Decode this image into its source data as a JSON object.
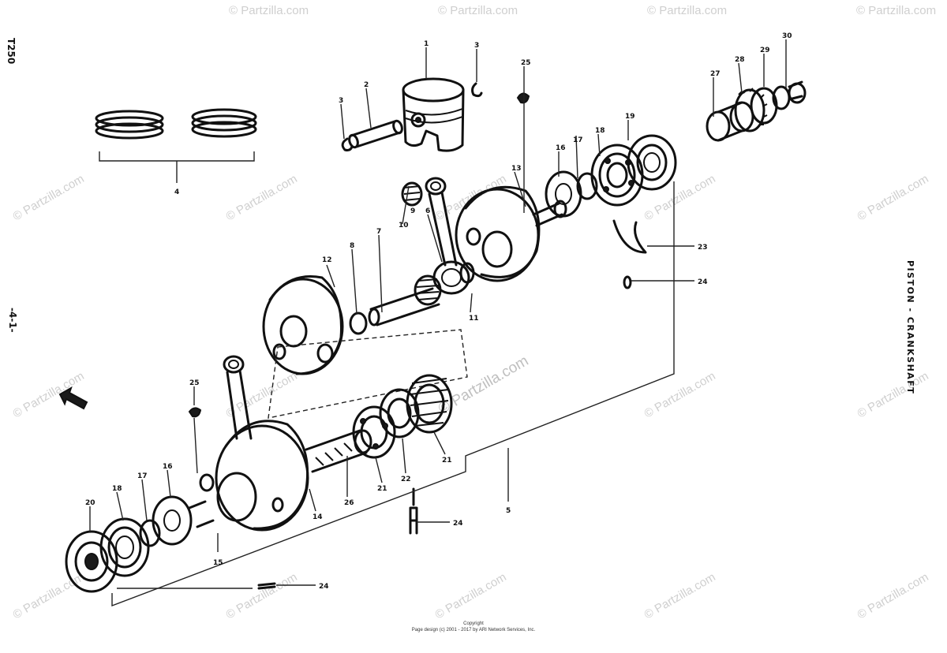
{
  "page": {
    "corner_code": "T250",
    "page_marker": "-4-1-",
    "side_title": "PISTON - CRANKSHAFT"
  },
  "watermark": "© Partzilla.com",
  "footer": {
    "line1": "Copyright",
    "line2": "Page design (c) 2001 - 2017 by ARI Network Services, Inc."
  },
  "callouts": [
    "1",
    "2",
    "3",
    "3",
    "4",
    "5",
    "6",
    "7",
    "8",
    "9",
    "10",
    "11",
    "12",
    "13",
    "14",
    "15",
    "16",
    "16",
    "17",
    "17",
    "18",
    "18",
    "19",
    "20",
    "21",
    "21",
    "22",
    "23",
    "24",
    "24",
    "24",
    "25",
    "25",
    "26",
    "27",
    "28",
    "29",
    "30"
  ],
  "icons": {
    "front_arrow": "front-direction-arrow-icon"
  }
}
